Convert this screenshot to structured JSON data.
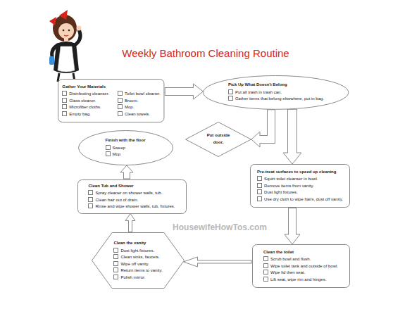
{
  "diagram": {
    "title": "Weekly Bathroom Cleaning Routine",
    "nodes": [
      {
        "text": [
          "Gather Your Materials",
          "Disinfecting cleanser.",
          "Glass cleaner.",
          "Microfiber cloths.",
          "Empty bag.",
          "Toilet bowl cleaner.",
          "Broom.",
          "Mop.",
          "Clean towels."
        ]
      },
      {
        "text": [
          "Pick Up What Doesn't Belong",
          "Put all trash in trash can.",
          "Gather items that belong elsewhere, put in bag."
        ]
      },
      {
        "text": [
          "Put outside door."
        ]
      },
      {
        "text": [
          "Pre-treat surfaces to speed up cleaning",
          "Squirt toilet cleanser in bowl.",
          "Remove items from vanity.",
          "Dust light fixtures.",
          "Use dry cloth to wipe hairs, dust off vanity."
        ]
      },
      {
        "text": [
          "Clean the toilet",
          "Scrub bowl and flush.",
          "Wipe toilet tank and outside of bowl.",
          "Wipe lid then seat.",
          "Lift seat, wipe rim and hinges."
        ]
      },
      {
        "text": [
          "Clean the vanity",
          "Dust light fixtures.",
          "Clean sinks, faucets.",
          "Wipe off vanity.",
          "Return items to vanity.",
          "Polish mirror."
        ]
      },
      {
        "text": [
          "Clean Tub and Shower",
          "Spray cleaner on shower walls, tub.",
          "Clean hair out of drain.",
          "Rinse and wipe shower walls, tub, fixtures."
        ]
      },
      {
        "text": [
          "Finish with the floor",
          "Sweep",
          "Mop"
        ]
      }
    ],
    "edges": [
      {
        "from": 0,
        "to": 1,
        "arrow": "to"
      },
      {
        "from": 1,
        "to": 2,
        "arrow": "to"
      },
      {
        "from": 1,
        "to": 3,
        "arrow": "to"
      },
      {
        "from": 3,
        "to": 4,
        "arrow": "to"
      },
      {
        "from": 4,
        "to": 5,
        "arrow": "to"
      },
      {
        "from": 5,
        "to": 6,
        "arrow": "to"
      },
      {
        "from": 6,
        "to": 7,
        "arrow": "to"
      }
    ],
    "labels": [
      "HousewifeHowTos.com"
    ]
  }
}
